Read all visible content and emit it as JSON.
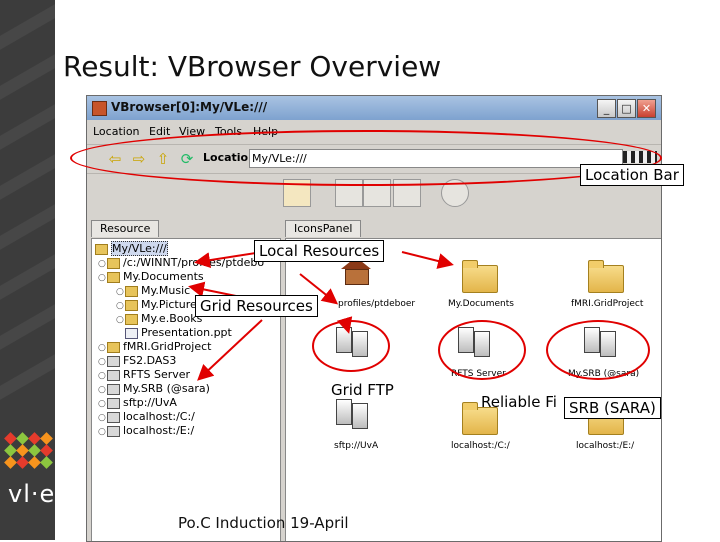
{
  "slide": {
    "title": "Result: VBrowser Overview",
    "footer": "Po.C Induction 19-April",
    "logo_text": "vl·e"
  },
  "window": {
    "title": "VBrowser[0]:My/VLe:///",
    "menus": [
      "Location",
      "Edit",
      "View",
      "Tools",
      "Help"
    ],
    "location_label": "Location:",
    "location_value": "My/VLe:///",
    "tabs": [
      "Resource",
      "IconsPanel"
    ]
  },
  "tree": [
    {
      "label": "My/VLe:///",
      "icon": "folder-icon",
      "selected": true
    },
    {
      "label": "/c:/WINNT/profiles/ptdebo",
      "icon": "folder-icon"
    },
    {
      "label": "My.Documents",
      "icon": "folder-icon"
    },
    {
      "label": "My.Music",
      "icon": "folder-icon"
    },
    {
      "label": "My.Pictures",
      "icon": "folder-icon"
    },
    {
      "label": "My.e.Books",
      "icon": "folder-icon"
    },
    {
      "label": "Presentation.ppt",
      "icon": "document-icon"
    },
    {
      "label": "fMRI.GridProject",
      "icon": "folder-icon"
    },
    {
      "label": "FS2.DAS3",
      "icon": "server-icon"
    },
    {
      "label": "RFTS Server",
      "icon": "server-icon"
    },
    {
      "label": "My.SRB (@sara)",
      "icon": "server-icon"
    },
    {
      "label": "sftp://UvA",
      "icon": "server-icon"
    },
    {
      "label": "localhost:/C:/",
      "icon": "server-icon"
    },
    {
      "label": "localhost:/E:/",
      "icon": "server-icon"
    }
  ],
  "icons": [
    {
      "label": "profiles/ptdeboer",
      "kind": "home-icon"
    },
    {
      "label": "My.Documents",
      "kind": "folder-icon"
    },
    {
      "label": "fMRI.GridProject",
      "kind": "folder-icon"
    },
    {
      "label": "",
      "kind": "server-icon"
    },
    {
      "label": "RFTS Server",
      "kind": "server-icon"
    },
    {
      "label": "My.SRB (@sara)",
      "kind": "server-icon"
    },
    {
      "label": "sftp://UvA",
      "kind": "server-icon"
    },
    {
      "label": "localhost:/C:/",
      "kind": "folder-icon"
    },
    {
      "label": "localhost:/E:/",
      "kind": "folder-icon"
    }
  ],
  "callouts": {
    "location_bar": "Location Bar",
    "local_resources": "Local Resources",
    "grid_resources": "Grid Resources",
    "grid_ftp": "Grid FTP",
    "reliable": "Reliable Fi",
    "srb": "SRB (SARA)"
  },
  "colors": {
    "annotation_red": "#e00000",
    "sidebar_dark": "#3c3c3c",
    "folder_yellow": "#e3b54a"
  }
}
